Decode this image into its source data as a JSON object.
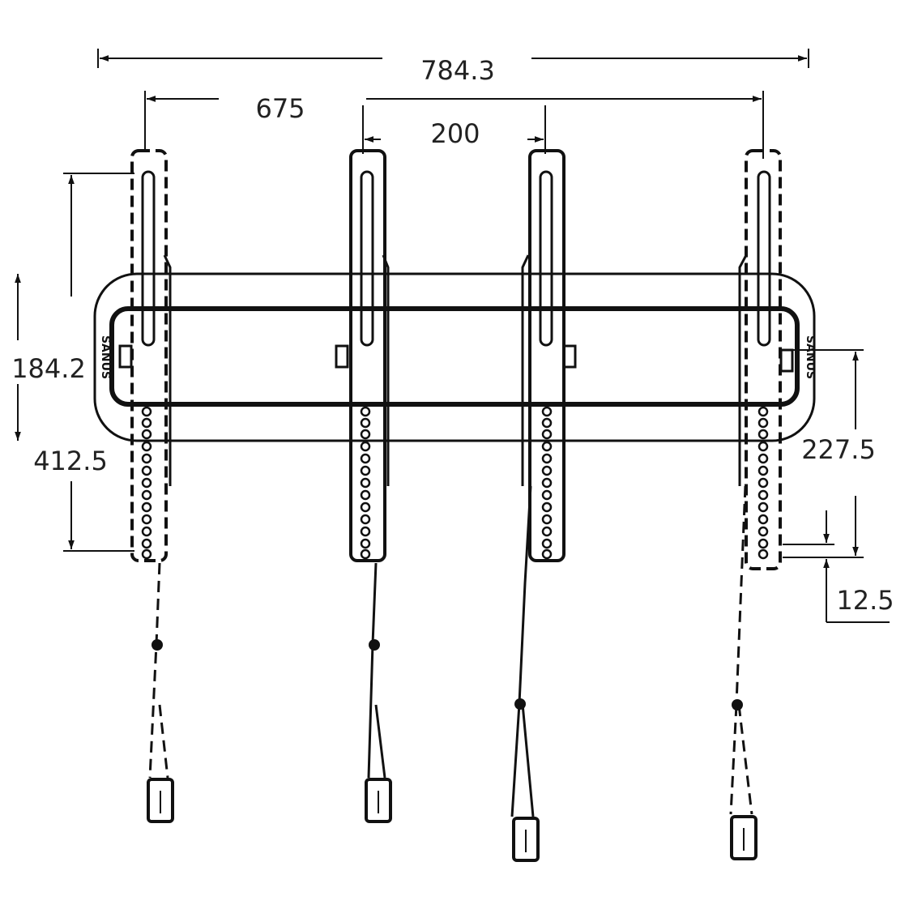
{
  "colors": {
    "ink": "#111111",
    "background": "#ffffff",
    "dim_text": "#222222"
  },
  "dimensions": {
    "overall_width": "784.3",
    "outer_arm_span": "675",
    "inner_arm_span": "200",
    "rail_height": "184.2",
    "arm_below_rail": "412.5",
    "right_drop": "227.5",
    "arm_bottom_offset": "12.5"
  },
  "brand_mark": {
    "left": "SANUS",
    "right": "SANUS"
  }
}
